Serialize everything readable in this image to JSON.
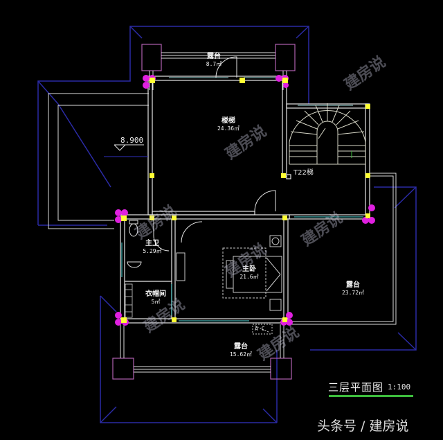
{
  "drawing": {
    "title": "三层平面图",
    "scale": "1:100",
    "elevation_mark": "8.900",
    "stair_label": "T22梯"
  },
  "rooms": [
    {
      "id": "terrace_north",
      "name": "露台",
      "area": "8.7㎡"
    },
    {
      "id": "landing",
      "name": "楼梯",
      "area": "24.36㎡"
    },
    {
      "id": "master_bath",
      "name": "主卫",
      "area": "5.29㎡"
    },
    {
      "id": "walkin_closet",
      "name": "衣帽间",
      "area": "5㎡"
    },
    {
      "id": "master_bedroom",
      "name": "主卧",
      "area": "21.6㎡"
    },
    {
      "id": "terrace_east",
      "name": "露台",
      "area": "23.72㎡"
    },
    {
      "id": "terrace_south",
      "name": "露台",
      "area": "15.62㎡"
    }
  ],
  "ac_unit_label": "A  C",
  "watermark": "建房说",
  "credit": "头条号 / 建房说",
  "colors": {
    "background": "#000000",
    "wall": "#e6e6e6",
    "column": "#ffff33",
    "column_node": "#e020e0",
    "roof_outline": "#2a2aa0",
    "glass": "#55e0e0",
    "post_box": "#b060b0",
    "title_underline": "#3dbb3d"
  }
}
